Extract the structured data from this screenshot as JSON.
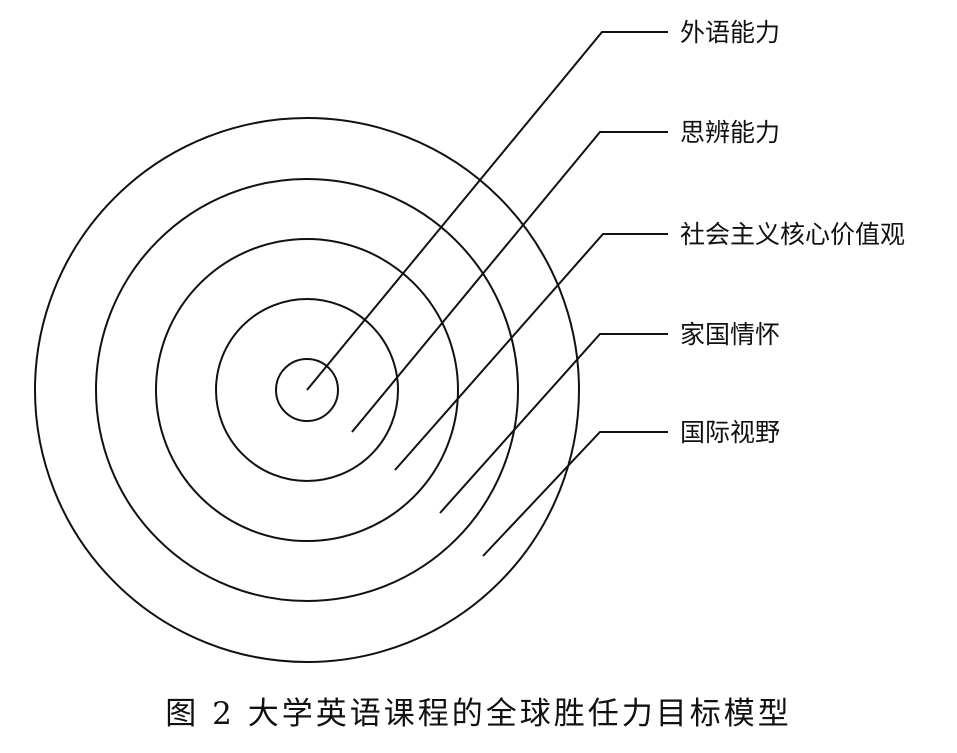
{
  "diagram": {
    "layers": [
      {
        "id": "l1",
        "label": "外语能力"
      },
      {
        "id": "l2",
        "label": "思辨能力"
      },
      {
        "id": "l3",
        "label": "社会主义核心价值观"
      },
      {
        "id": "l4",
        "label": "家国情怀"
      },
      {
        "id": "l5",
        "label": "国际视野"
      }
    ],
    "caption": "图 2  大学英语课程的全球胜任力目标模型",
    "colors": {
      "stroke": "#111111",
      "background": "#ffffff"
    }
  }
}
